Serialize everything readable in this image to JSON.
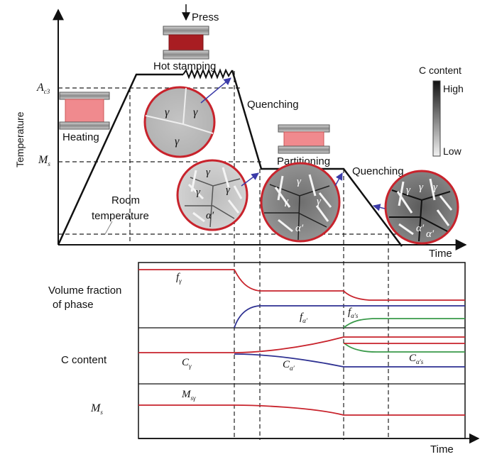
{
  "process": {
    "y_axis_label": "Temperature",
    "x_axis_label": "Time",
    "ac3": {
      "main": "A",
      "sub": "c3"
    },
    "ms": {
      "main": "M",
      "sub": "s"
    },
    "press_label": "Press",
    "hot_stamping_label": "Hot stamping",
    "heating_label": "Heating",
    "quenching_label_1": "Quenching",
    "partitioning_label": "Partitioning",
    "quenching_label_2": "Quenching",
    "room_temp_line1": "Room",
    "room_temp_line2": "temperature"
  },
  "legend": {
    "title": "C content",
    "high": "High",
    "low": "Low"
  },
  "micro": {
    "gamma": "γ",
    "alpha": "α′"
  },
  "evolution": {
    "row1_line1": "Volume fraction",
    "row1_line2": "of phase",
    "row2_label": "C content",
    "row3_label": {
      "main": "M",
      "sub": "s"
    },
    "x_label": "Time",
    "f_gamma": {
      "main": "f",
      "sub": "γ"
    },
    "f_alpha": {
      "main": "f",
      "sub": "α′"
    },
    "f_alpha_s": {
      "main": "f",
      "sub": "α′s"
    },
    "c_gamma": {
      "main": "C",
      "sub": "γ"
    },
    "c_alpha": {
      "main": "C",
      "sub": "α′"
    },
    "c_alpha_s": {
      "main": "C",
      "sub": "α′s"
    },
    "ms_gamma": {
      "main": "M",
      "sub": "sγ"
    }
  },
  "colors": {
    "curve_red": "#c8232c",
    "curve_blue": "#2e3192",
    "curve_green": "#3a9a4a",
    "circle_border": "#c8232c",
    "arrow_blue": "#3b3ba8",
    "die_dark": "#a81d22",
    "die_light": "#f08a8e"
  }
}
